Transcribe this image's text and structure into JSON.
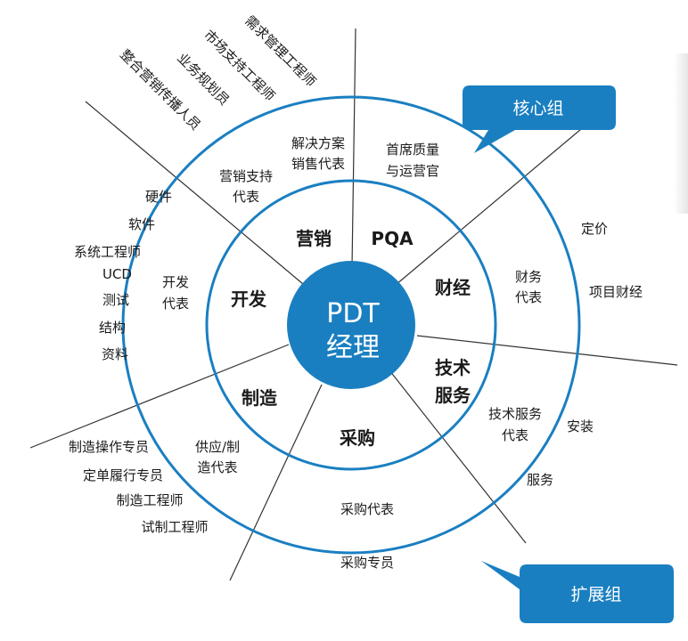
{
  "center": {
    "line1": "PDT",
    "line2": "经理"
  },
  "inner_ring": {
    "marketing": "营销",
    "pqa": "PQA",
    "finance": "财经",
    "tech_service": [
      "技术",
      "服务"
    ],
    "procurement": "采购",
    "manufacturing": "制造",
    "development": "开发"
  },
  "middle_ring": {
    "solution_sales": [
      "解决方案",
      "销售代表"
    ],
    "marketing_support": [
      "营销支持",
      "代表"
    ],
    "chief_quality": [
      "首席质量",
      "与运营官"
    ],
    "finance_rep": [
      "财务",
      "代表"
    ],
    "tech_service_rep": [
      "技术服务",
      "代表"
    ],
    "procurement_rep": "采购代表",
    "supply_rep": [
      "供应/制",
      "造代表"
    ],
    "dev_rep": [
      "开发",
      "代表"
    ]
  },
  "outer": {
    "rotated_roles": [
      "需求管理工程师",
      "市场支持工程师",
      "业务规划员",
      "整合营销传播人员"
    ],
    "dev_roles": [
      "硬件",
      "软件",
      "系统工程师",
      "UCD",
      "测试",
      "结构",
      "资料"
    ],
    "finance_roles": [
      "定价",
      "项目财经"
    ],
    "service_roles": [
      "安装",
      "服务"
    ],
    "procurement_specialist": "采购专员",
    "manufacturing_roles": [
      "制造操作专员",
      "定单履行专员",
      "制造工程师",
      "试制工程师"
    ]
  },
  "callouts": {
    "core_group": "核心组",
    "extended_group": "扩展组"
  },
  "colors": {
    "accent": "#1a7fc1",
    "line": "#333333"
  }
}
